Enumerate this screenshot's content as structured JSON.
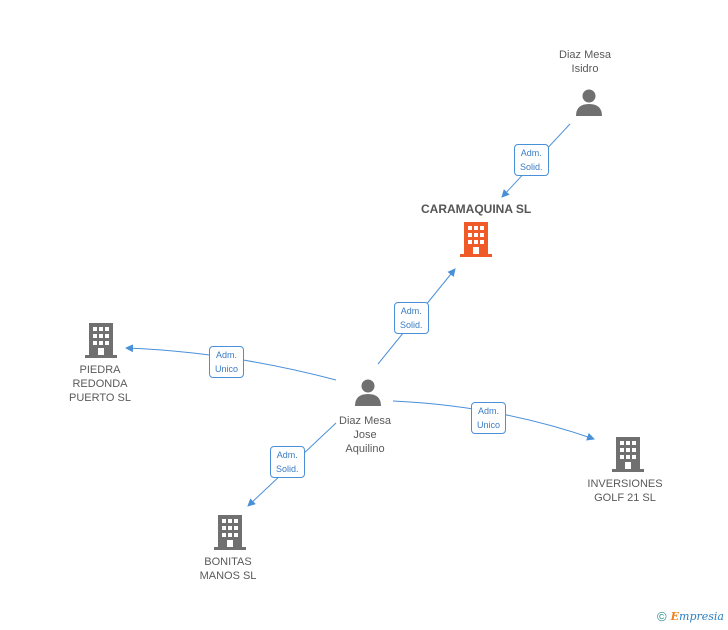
{
  "colors": {
    "focus": "#f05a28",
    "node": "#707070",
    "edge": "#4a90d9"
  },
  "nodes": {
    "isidro": {
      "lines": [
        "Diaz Mesa",
        "Isidro"
      ],
      "icon": "person-icon"
    },
    "caramaquina": {
      "label": "CARAMAQUINA SL",
      "icon": "building-icon"
    },
    "piedra": {
      "lines": [
        "PIEDRA",
        "REDONDA",
        "PUERTO SL"
      ],
      "icon": "building-icon"
    },
    "jose": {
      "lines": [
        "Diaz Mesa",
        "Jose",
        "Aquilino"
      ],
      "icon": "person-icon"
    },
    "inversiones": {
      "lines": [
        "INVERSIONES",
        "GOLF 21 SL"
      ],
      "icon": "building-icon"
    },
    "bonitas": {
      "lines": [
        "BONITAS",
        "MANOS SL"
      ],
      "icon": "building-icon"
    }
  },
  "edges": {
    "isidro_caramaquina": [
      "Adm.",
      "Solid."
    ],
    "jose_caramaquina": [
      "Adm.",
      "Solid."
    ],
    "jose_piedra": [
      "Adm.",
      "Unico"
    ],
    "jose_inversiones": [
      "Adm.",
      "Unico"
    ],
    "jose_bonitas": [
      "Adm.",
      "Solid."
    ]
  },
  "footer": {
    "copyright": "©",
    "brand_initial": "E",
    "brand_rest": "mpresia"
  }
}
